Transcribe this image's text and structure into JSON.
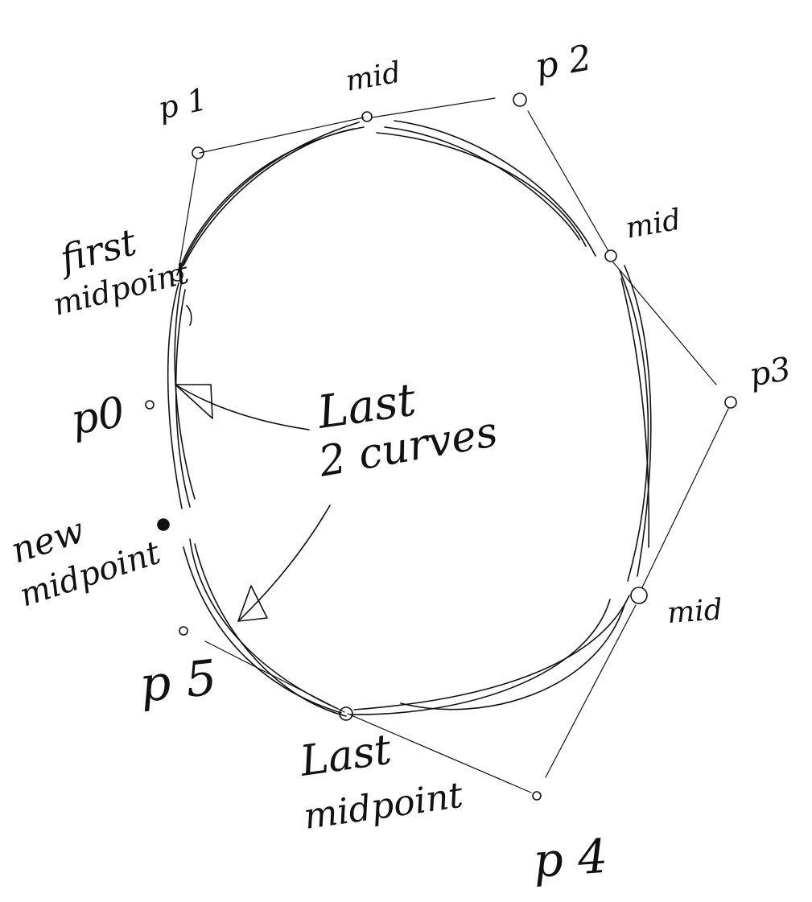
{
  "labels": {
    "p0": "p0",
    "p1": "p 1",
    "p2": "p 2",
    "p3": "p3",
    "p4": "p 4",
    "p5": "p 5",
    "mid_top": "mid",
    "mid_right": "mid",
    "mid_lower_right": "mid",
    "first_midpoint_1": "first",
    "first_midpoint_2": "midpoint",
    "new_midpoint_1": "new",
    "new_midpoint_2": "midpoint",
    "last_midpoint_1": "Last",
    "last_midpoint_2": "midpoint",
    "last_curves_1": "Last",
    "last_curves_2": "2 curves"
  }
}
